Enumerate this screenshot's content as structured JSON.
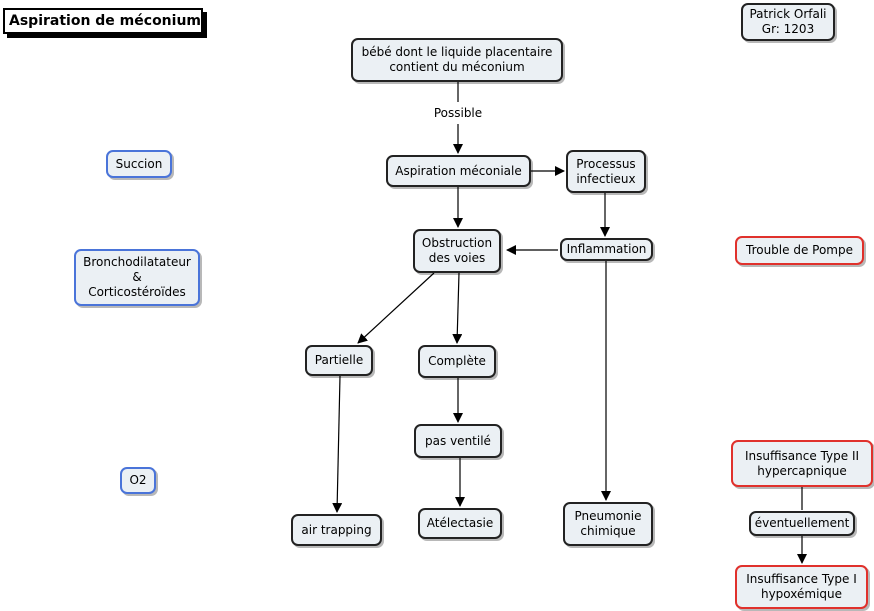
{
  "title": "Aspiration de méconium",
  "author": {
    "name": "Patrick Orfali",
    "group": "Gr: 1203"
  },
  "colors": {
    "node_fill": "#ebf0f4",
    "black_border": "#222222",
    "blue_border": "#4a74d9",
    "red_border": "#e0312c",
    "line": "#000000"
  },
  "nodes": {
    "bebe": "bébé dont le liquide placentaire\ncontient du méconium",
    "aspiration": "Aspiration méconiale",
    "processus": "Processus\ninfectieux",
    "obstruction": "Obstruction\ndes voies",
    "inflammation": "Inflammation",
    "partielle": "Partielle",
    "complete": "Complète",
    "pas_ventile": "pas ventilé",
    "air_trapping": "air trapping",
    "atelectasie": "Atélectasie",
    "pneumonie": "Pneumonie\nchimique",
    "succion": "Succion",
    "broncho": "Bronchodilatateur\n&\nCorticostéroïdes",
    "o2": "O2",
    "trouble_pompe": "Trouble de Pompe",
    "insuf_type2": "Insuffisance Type II\nhypercapnique",
    "insuf_type1": "Insuffisance Type I\nhypoxémique"
  },
  "edge_labels": {
    "possible": "Possible",
    "eventuellement": "éventuellement"
  }
}
